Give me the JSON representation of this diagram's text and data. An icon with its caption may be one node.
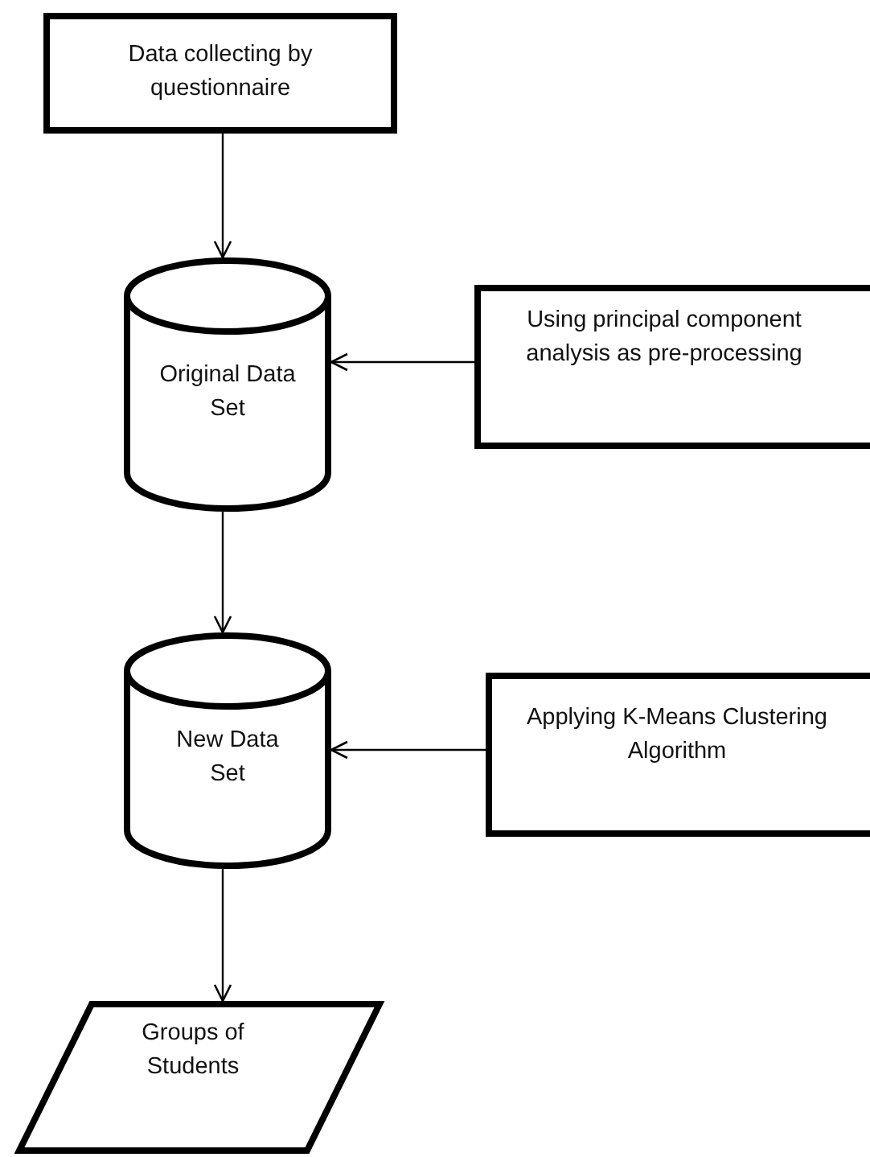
{
  "diagram": {
    "nodes": [
      {
        "text": [
          "Data collecting by questionnaire"
        ]
      },
      {
        "text": [
          "Original Data Set"
        ]
      },
      {
        "text": [
          "Using principal component analysis as pre-processing"
        ]
      },
      {
        "text": [
          "New Data Set"
        ]
      },
      {
        "text": [
          "Applying K-Means Clustering Algorithm"
        ]
      },
      {
        "text": [
          "Groups of Students"
        ]
      }
    ],
    "edges": [
      {
        "from": 0,
        "to": 1,
        "arrow": "to"
      },
      {
        "from": 2,
        "to": 1,
        "arrow": "to"
      },
      {
        "from": 1,
        "to": 3,
        "arrow": "to"
      },
      {
        "from": 4,
        "to": 3,
        "arrow": "to"
      },
      {
        "from": 3,
        "to": 5,
        "arrow": "to"
      }
    ]
  }
}
